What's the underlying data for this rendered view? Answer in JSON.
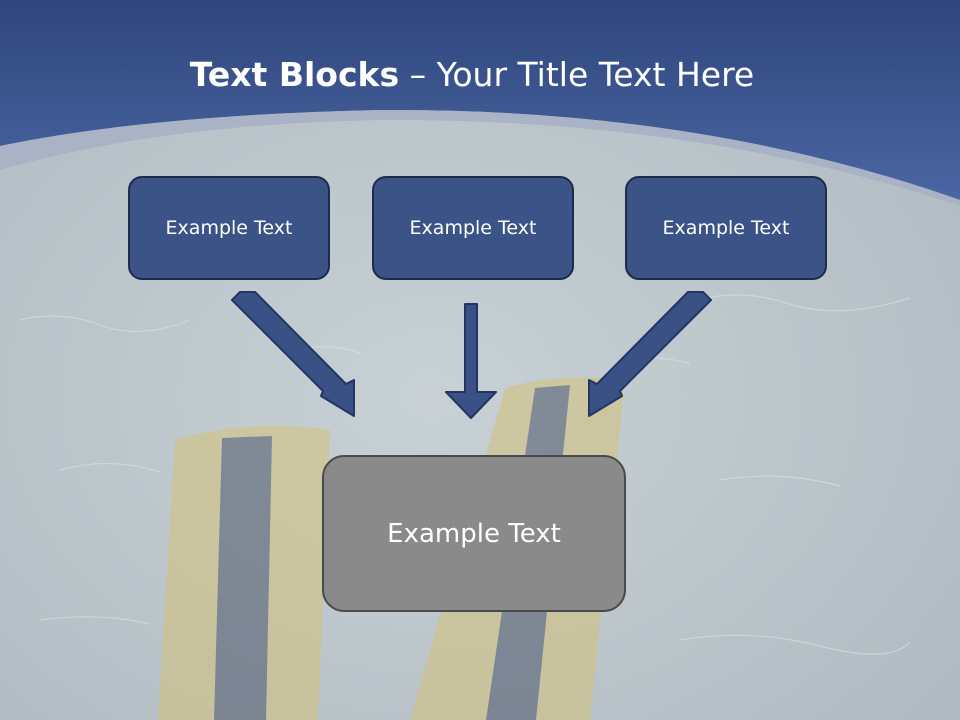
{
  "slide": {
    "title_bold": "Text Blocks",
    "title_rest": " – Your Title Text Here",
    "boxes": [
      {
        "label": "Example Text"
      },
      {
        "label": "Example Text"
      },
      {
        "label": "Example Text"
      }
    ],
    "result": {
      "label": "Example Text"
    }
  },
  "colors": {
    "header": "#3f5a95",
    "box_fill": "#3c5387",
    "result_fill": "#8a8a8a",
    "arrow": "#3a5186"
  }
}
